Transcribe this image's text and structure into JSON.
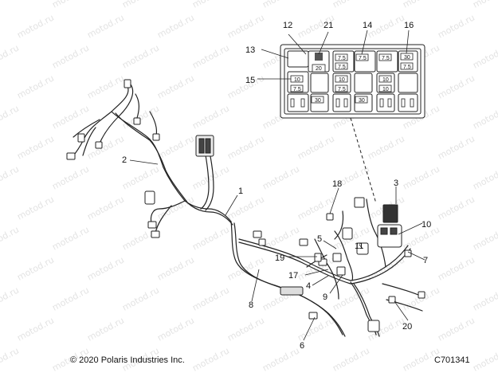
{
  "watermark": "motod.ru",
  "footer": {
    "copyright": "© 2020 Polaris Industries Inc.",
    "figure_code": "C701341"
  },
  "fuse_box": {
    "fuse_labels": {
      "f20": "20",
      "f75": "7.5",
      "f30": "30",
      "f10": "10"
    }
  },
  "callouts": {
    "c1": "1",
    "c2": "2",
    "c3": "3",
    "c4": "4",
    "c5": "5",
    "c6": "6",
    "c7": "7",
    "c8": "8",
    "c9": "9",
    "c10": "10",
    "c11": "11",
    "c12": "12",
    "c13": "13",
    "c14": "14",
    "c15": "15",
    "c16": "16",
    "c17": "17",
    "c18": "18",
    "c19": "19",
    "c20": "20",
    "c21": "21"
  }
}
